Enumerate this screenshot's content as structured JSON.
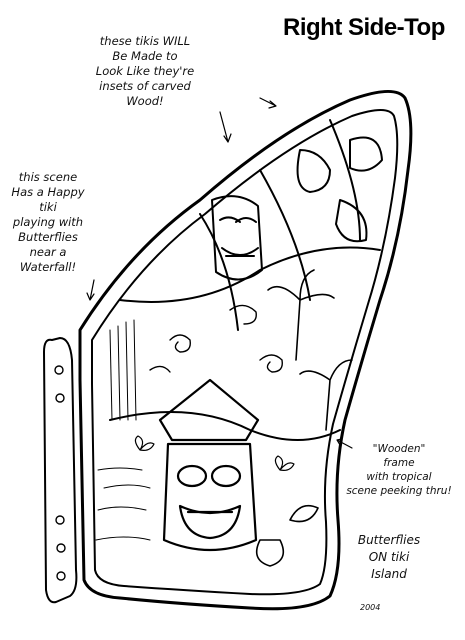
{
  "title": "Right Side-Top",
  "notes": {
    "top": "these tikis WILL\nBe Made to\nLook Like they're\ninsets of carved\nWood!",
    "left": "this scene\nHas a Happy tiki\nplaying with\nButterflies\nnear a\nWaterfall!",
    "frame": "\"Wooden\"\nframe\nwith tropical\nscene peeking thru!"
  },
  "signature": "Butterflies\nON tiki\nIsland",
  "year": "2004",
  "colors": {
    "ink": "#000000",
    "background": "#ffffff"
  }
}
